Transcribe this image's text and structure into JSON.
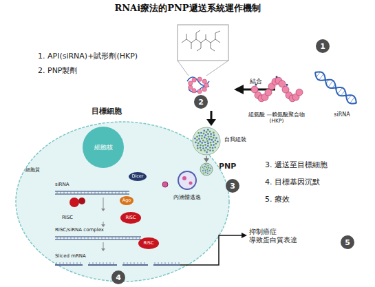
{
  "diagram": {
    "title": "RNAi療法的PNP遞送系統運作機制",
    "nodes": [
      {
        "text": [
          "目標細胞",
          "細胞質"
        ]
      },
      {
        "text": [
          "細胞核"
        ],
        "in": 0
      },
      {
        "text": [
          "Dicer"
        ],
        "in": 0
      },
      {
        "text": [
          "Ago"
        ],
        "in": 0
      },
      {
        "text": [
          "RISC"
        ],
        "in": 0
      },
      {
        "text": [
          "RISC"
        ],
        "in": 0
      }
    ],
    "labels": [
      "1. API(siRNA)+賦形劑(HKP)",
      "2. PNP製劑",
      "1",
      "結合",
      "組氨酸 —賴氨酸聚合物(HKP)",
      "siRNA",
      "2",
      "自我組裝",
      "PNP",
      "3",
      "3. 遞送至目標細胞",
      "4. 目標基因沉默",
      "5. 療效",
      "內涵體逃逸",
      "siRNA",
      "RISC",
      "RISC/siRNA complex",
      "Sliced mRNA",
      "抑制癌症 導致蛋白質表達",
      "5",
      "4"
    ]
  }
}
